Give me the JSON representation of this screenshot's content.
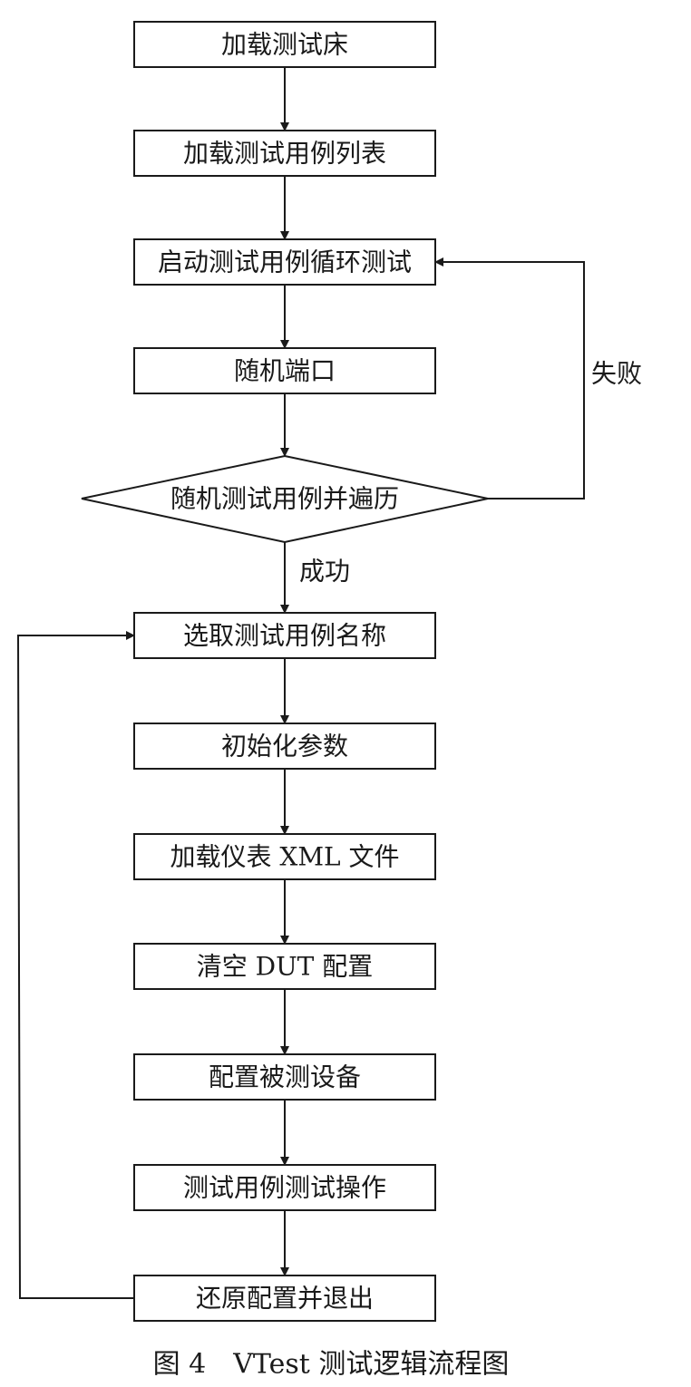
{
  "nodes": {
    "load_testbed": "加载测试床",
    "load_case_list": "加载测试用例列表",
    "start_loop": "启动测试用例循环测试",
    "random_port": "随机端口",
    "random_traverse": "随机测试用例并遍历",
    "select_case_name": "选取测试用例名称",
    "init_params": "初始化参数",
    "load_instrument_xml": "加载仪表 XML 文件",
    "clear_dut_config": "清空 DUT 配置",
    "configure_dut": "配置被测设备",
    "test_case_operation": "测试用例测试操作",
    "restore_and_exit": "还原配置并退出"
  },
  "edges": {
    "fail_label": "失败",
    "success_label": "成功"
  },
  "caption": "图 4　VTest 测试逻辑流程图"
}
